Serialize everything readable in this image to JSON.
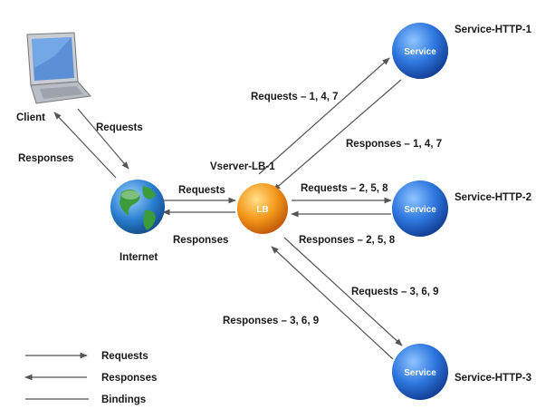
{
  "client": {
    "label": "Client"
  },
  "internet": {
    "label": "Internet"
  },
  "vserver": {
    "label": "Vserver-LB-1",
    "node_text": "LB"
  },
  "services": [
    {
      "name": "Service-HTTP-1",
      "node_text": "Service"
    },
    {
      "name": "Service-HTTP-2",
      "node_text": "Service"
    },
    {
      "name": "Service-HTTP-3",
      "node_text": "Service"
    }
  ],
  "flows": {
    "client_requests": "Requests",
    "client_responses": "Responses",
    "internet_requests": "Requests",
    "internet_responses": "Responses",
    "svc1_requests": "Requests – 1, 4, 7",
    "svc1_responses": "Responses – 1, 4, 7",
    "svc2_requests": "Requests – 2, 5, 8",
    "svc2_responses": "Responses – 2, 5, 8",
    "svc3_requests": "Requests – 3, 6, 9",
    "svc3_responses": "Responses – 3, 6,  9"
  },
  "legend": {
    "requests": "Requests",
    "responses": "Responses",
    "bindings": "Bindings"
  },
  "colors": {
    "service_blue": "#1e63c9",
    "lb_orange": "#f08a12",
    "globe_blue": "#2a7fd0",
    "globe_green": "#3c9b3a",
    "line": "#555555"
  }
}
